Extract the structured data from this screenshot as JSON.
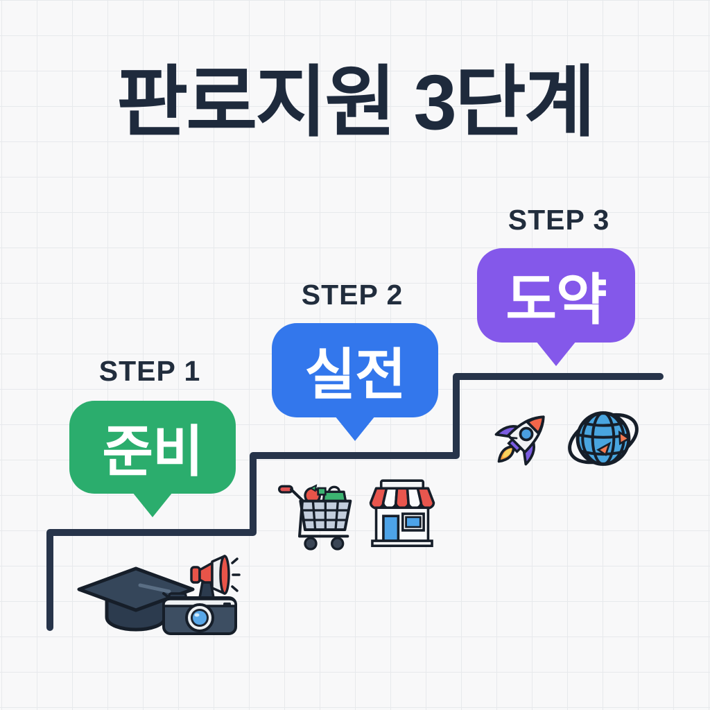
{
  "title": "판로지원 3단계",
  "colors": {
    "title_text": "#1e2a3c",
    "step_label_text": "#212d3d",
    "staircase_line": "#27344a",
    "bubble_text": "#ffffff",
    "step1_bubble_green": "#2bad6d",
    "step2_bubble_blue": "#3377ec",
    "step3_bubble_purple": "#8458ea",
    "background": "#f8f8f9",
    "grid_line": "#e7e9ec"
  },
  "steps": [
    {
      "label": "STEP 1",
      "bubble_text": "준비",
      "bubble_color": "#2bad6d",
      "icons": [
        "graduation-cap-icon",
        "camera-megaphone-icon"
      ]
    },
    {
      "label": "STEP 2",
      "bubble_text": "실전",
      "bubble_color": "#3377ec",
      "icons": [
        "shopping-cart-icon",
        "storefront-icon"
      ]
    },
    {
      "label": "STEP 3",
      "bubble_text": "도약",
      "bubble_color": "#8458ea",
      "icons": [
        "rocket-icon",
        "globe-icon"
      ]
    }
  ]
}
